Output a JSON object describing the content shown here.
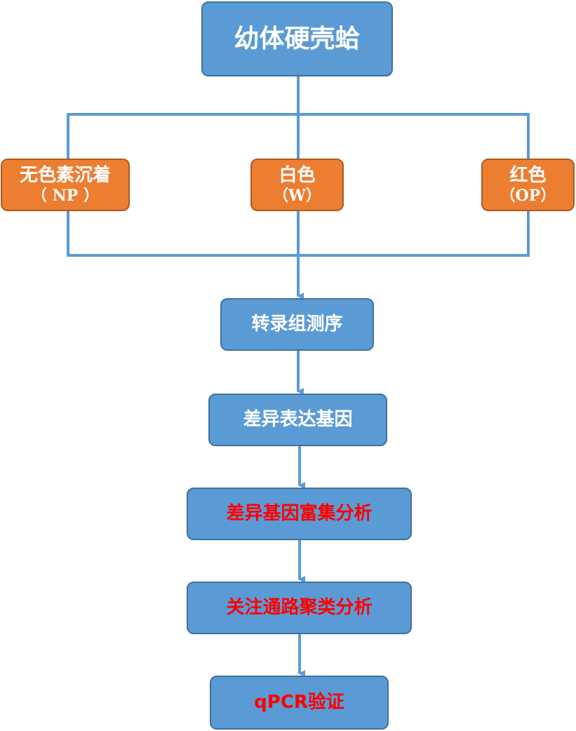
{
  "root": {
    "label": "幼体硬壳蛤"
  },
  "groups": [
    {
      "name": "无色素沉着",
      "code": "（ NP ）"
    },
    {
      "name": "白色",
      "code": "（W）"
    },
    {
      "name": "红色",
      "code": "（OP）"
    }
  ],
  "steps": [
    {
      "label": "转录组测序"
    },
    {
      "label": "差异表达基因"
    },
    {
      "label": "差异基因富集分析"
    },
    {
      "label": "关注通路聚类分析"
    },
    {
      "label": "qPCR验证"
    }
  ],
  "colors": {
    "blue_fill": "#5b9bd5",
    "blue_border": "#41719c",
    "orange_fill": "#ed7d31",
    "highlight_text": "#ff0000",
    "connector": "#5b9bd5"
  }
}
